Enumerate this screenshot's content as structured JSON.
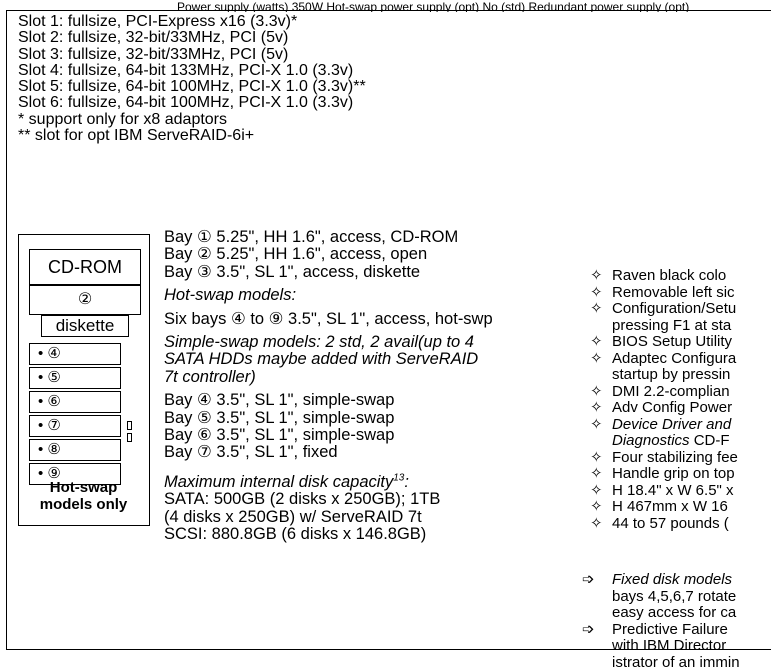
{
  "top_line": "Power supply (watts)    350W             Hot-swap power supply (opt)     No (std)     Redundant power supply (opt)",
  "slots": [
    "Slot 1: fullsize, PCI-Express x16 (3.3v)*",
    "Slot 2: fullsize, 32-bit/33MHz, PCI (5v)",
    "Slot 3: fullsize, 32-bit/33MHz, PCI (5v)",
    "Slot 4: fullsize, 64-bit 133MHz, PCI-X 1.0 (3.3v)",
    "Slot 5: fullsize, 64-bit 100MHz, PCI-X 1.0 (3.3v)**",
    "Slot 6:  fullsize, 64-bit 100MHz, PCI-X 1.0 (3.3v)",
    "* support only for x8 adaptors",
    "** slot for opt IBM ServeRAID-6i+"
  ],
  "diagram": {
    "cdrom": "CD-ROM",
    "bay2": "②",
    "diskette": "diskette",
    "hs_bays": [
      "• ④",
      "• ⑤",
      "• ⑥",
      "• ⑦",
      "• ⑧",
      "• ⑨"
    ],
    "label_line1": "Hot-swap",
    "label_line2": "models only"
  },
  "bays": {
    "bay1": "Bay ① 5.25\", HH 1.6\", access, CD-ROM",
    "bay2": "Bay ② 5.25\", HH 1.6\", access, open",
    "bay3": "Bay ③ 3.5\",  SL  1\",    access, diskette",
    "hotswap_heading": "Hot-swap models:",
    "hotswap_line": "Six bays ④ to ⑨ 3.5\", SL 1\", access, hot-swp",
    "simple_heading1": "Simple-swap models: 2 std, 2 avail(up to 4",
    "simple_heading2": "SATA HDDs maybe added with ServeRAID",
    "simple_heading3": "7t controller)",
    "bay4": "Bay ④ 3.5\", SL 1\", simple-swap",
    "bay5": "Bay ⑤ 3.5\", SL 1\", simple-swap",
    "bay6": "Bay ⑥ 3.5\", SL 1\", simple-swap",
    "bay7": "Bay ⑦ 3.5\", SL 1\", fixed",
    "capacity_heading": "Maximum internal disk capacity",
    "capacity_sup": "13",
    "capacity_colon": ":",
    "sata1": "SATA: 500GB (2 disks x 250GB); 1TB",
    "sata2": "(4 disks x 250GB) w/ ServeRAID 7t",
    "scsi": "SCSI: 880.8GB (6 disks x 146.8GB)"
  },
  "features": {
    "marker": "✧",
    "f1": "Raven black colo",
    "f2": "Removable left sic",
    "f3a": "Configuration/Setu",
    "f3b": "pressing F1 at sta",
    "f4": "BIOS Setup Utility",
    "f5a": "Adaptec Configura",
    "f5b": "startup by pressin",
    "f6": "DMI 2.2-complian",
    "f7": "Adv Config Power",
    "f8a": "Device Driver and",
    "f8b_it": "Diagnostics",
    "f8b_rest": " CD-F",
    "f9": "Four stabilizing fee",
    "f10": "Handle grip on top",
    "f11": "H 18.4\" x W 6.5\" x",
    "f12": "H 467mm x W 16",
    "f13": "44 to 57 pounds ("
  },
  "notes": {
    "marker": "➩",
    "n1_it": "Fixed disk models",
    "n1b": "bays 4,5,6,7 rotate",
    "n1c": "easy access for ca",
    "n2a": "Predictive Failure",
    "n2b": "with IBM Director",
    "n2c": "istrator of an immin"
  }
}
